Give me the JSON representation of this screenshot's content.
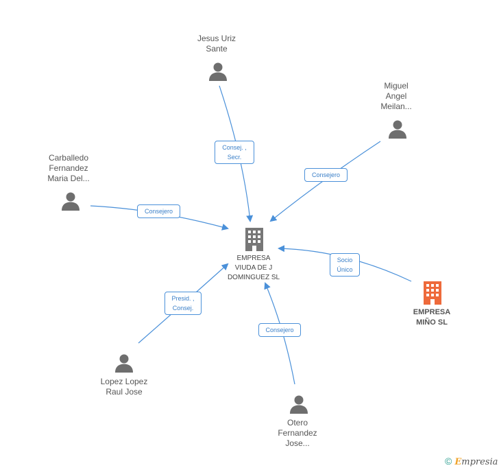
{
  "center": {
    "name_lines": [
      "EMPRESA",
      "VIUDA DE J",
      "DOMINGUEZ SL"
    ],
    "icon": "building-icon",
    "color": "#777777"
  },
  "focus": {
    "name_lines": [
      "EMPRESA",
      "MIÑO SL"
    ],
    "icon": "building-icon",
    "color": "#ee6a3b"
  },
  "people": [
    {
      "id": "jesus",
      "name_lines": [
        "Jesus Uriz",
        "Sante"
      ],
      "icon": "person-icon"
    },
    {
      "id": "miguel",
      "name_lines": [
        "Miguel",
        "Angel",
        "Meilan..."
      ],
      "icon": "person-icon"
    },
    {
      "id": "carballedo",
      "name_lines": [
        "Carballedo",
        "Fernandez",
        "Maria Del..."
      ],
      "icon": "person-icon"
    },
    {
      "id": "lopez",
      "name_lines": [
        "Lopez Lopez",
        "Raul Jose"
      ],
      "icon": "person-icon"
    },
    {
      "id": "otero",
      "name_lines": [
        "Otero",
        "Fernandez",
        "Jose..."
      ],
      "icon": "person-icon"
    }
  ],
  "edges": [
    {
      "from": "jesus",
      "label_lines": [
        "Consej. ,",
        "Secr."
      ]
    },
    {
      "from": "miguel",
      "label_lines": [
        "Consejero"
      ]
    },
    {
      "from": "carballedo",
      "label_lines": [
        "Consejero"
      ]
    },
    {
      "from": "focus",
      "label_lines": [
        "Socio",
        "Único"
      ]
    },
    {
      "from": "lopez",
      "label_lines": [
        "Presid. ,",
        "Consej."
      ]
    },
    {
      "from": "otero",
      "label_lines": [
        "Consejero"
      ]
    }
  ],
  "colors": {
    "edge": "#4a90d9",
    "person": "#6e6e6e",
    "edge_text": "#3a7fc8"
  },
  "footer": {
    "copyright": "©",
    "brand_initial": "E",
    "brand_rest": "mpresia"
  }
}
